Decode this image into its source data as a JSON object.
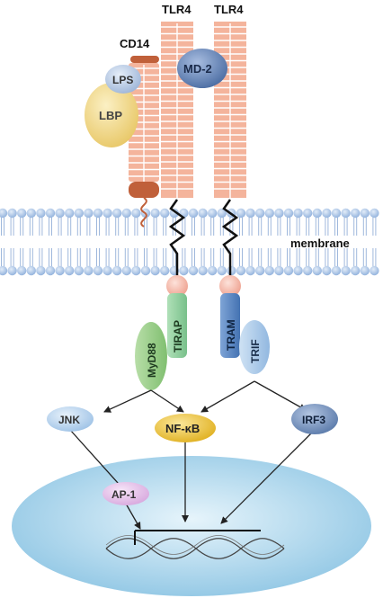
{
  "labels": {
    "tlr4_left": "TLR4",
    "tlr4_right": "TLR4",
    "cd14": "CD14",
    "lps": "LPS",
    "lbp": "LBP",
    "md2": "MD-2",
    "membrane": "membrane",
    "tirap": "TIRAP",
    "myd88": "MyD88",
    "tram": "TRAM",
    "trif": "TRIF",
    "jnk": "JNK",
    "nfkb": "NF-κB",
    "irf3": "IRF3",
    "ap1": "AP-1"
  },
  "colors": {
    "tlr4": "#f4b49c",
    "tlr4_line": "#ffffff",
    "cd14": "#c0603a",
    "lps": "#b9cce8",
    "lbp": "#f2d98a",
    "md2": "#5e80b4",
    "membrane_head": "#a9c3e6",
    "tirap": "#8fce9a",
    "myd88": "#9ccf8a",
    "tram": "#5b86c2",
    "trif": "#a9cbe8",
    "jnk": "#b8d3ee",
    "nfkb": "#f0c83a",
    "irf3": "#6f8cb8",
    "ap1": "#e4c2e8",
    "nucleus": "#a6d2ea",
    "tir_domain": "#f6b8a8"
  }
}
